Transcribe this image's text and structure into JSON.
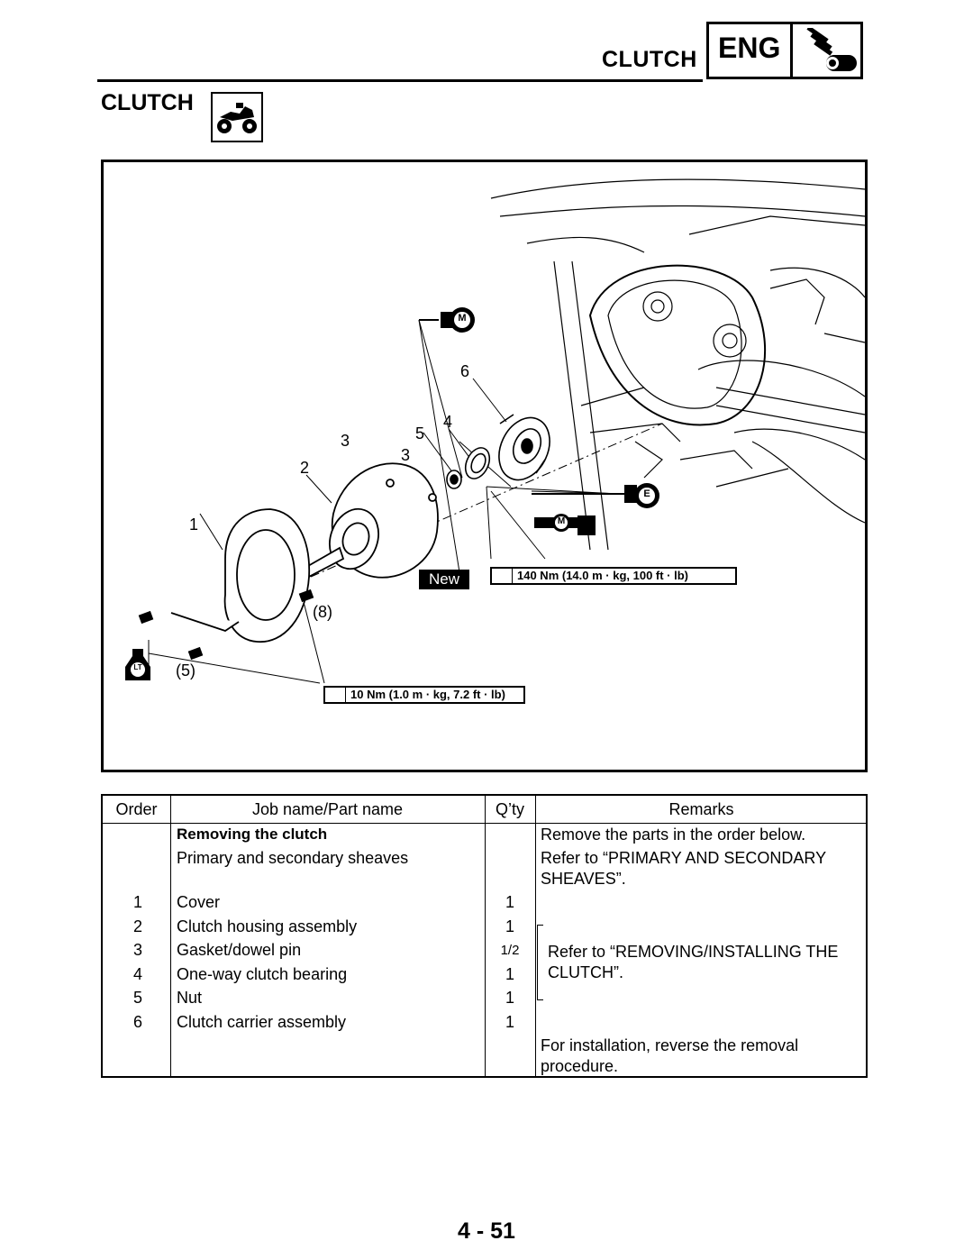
{
  "header": {
    "section_label": "CLUTCH",
    "badge_text": "ENG",
    "badge_icon": "engine-icon"
  },
  "section": {
    "title": "CLUTCH",
    "vehicle_icon": "atv-icon"
  },
  "figure": {
    "callouts": {
      "c1": "1",
      "c2": "2",
      "c3a": "3",
      "c3b": "3",
      "c4": "4",
      "c5": "5",
      "c6": "6",
      "q8": "(8)",
      "q5": "(5)"
    },
    "new_label": "New",
    "torque_large": "140 Nm (14.0 m · kg, 100 ft · lb)",
    "torque_small": "10 Nm (1.0 m · kg, 7.2 ft · lb)",
    "symbols": {
      "m1": "M",
      "m2": "M",
      "e": "E",
      "lt": "LT"
    }
  },
  "table": {
    "headers": {
      "order": "Order",
      "job": "Job name/Part name",
      "qty": "Q’ty",
      "remarks": "Remarks"
    },
    "section_title": "Removing the clutch",
    "section_remark": "Remove the parts in the order below.",
    "prep_job": "Primary and secondary sheaves",
    "prep_remark_1": "Refer to “PRIMARY AND SECONDARY",
    "prep_remark_2": "SHEAVES”.",
    "rows": [
      {
        "order": "1",
        "job": "Cover",
        "qty": "1"
      },
      {
        "order": "2",
        "job": "Clutch housing assembly",
        "qty": "1"
      },
      {
        "order": "3",
        "job": "Gasket/dowel pin",
        "qty": "1/2"
      },
      {
        "order": "4",
        "job": "One-way clutch bearing",
        "qty": "1"
      },
      {
        "order": "5",
        "job": "Nut",
        "qty": "1"
      },
      {
        "order": "6",
        "job": "Clutch carrier assembly",
        "qty": "1"
      }
    ],
    "bracket_remark_1": "Refer to “REMOVING/INSTALLING THE",
    "bracket_remark_2": "CLUTCH”.",
    "footer_remark_1": "For installation, reverse the removal",
    "footer_remark_2": "procedure."
  },
  "page_number": "4 - 51"
}
